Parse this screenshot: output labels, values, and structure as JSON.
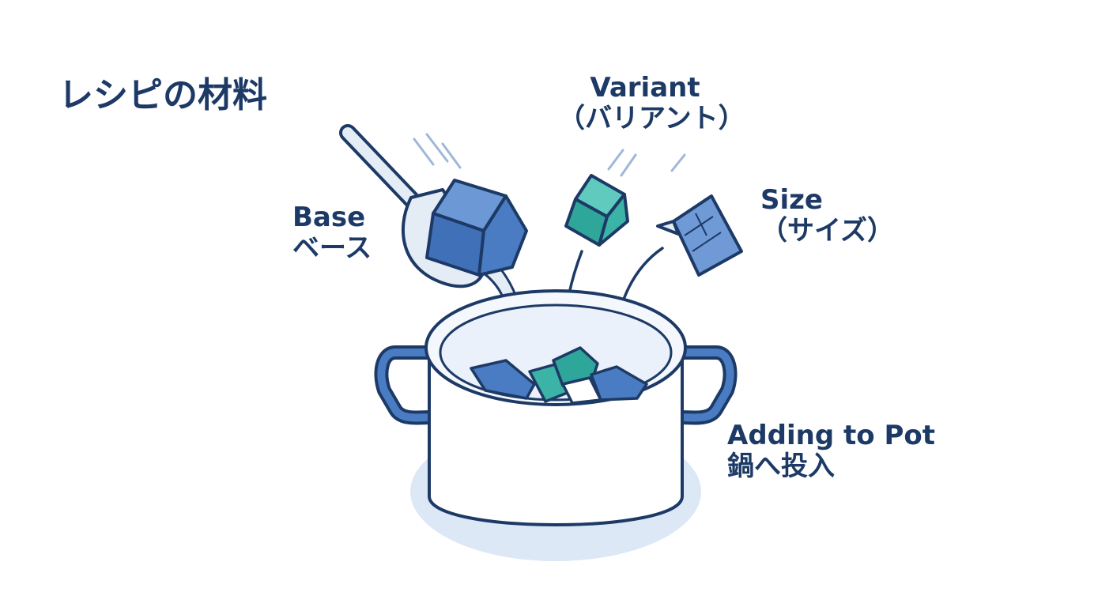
{
  "title": "レシピの材料",
  "ingredients": {
    "base": {
      "en": "Base",
      "ja": "ベース"
    },
    "variant": {
      "en": "Variant",
      "ja": "（バリアント）"
    },
    "size": {
      "en": "Size",
      "ja": "（サイズ）"
    }
  },
  "pot": {
    "en": "Adding to Pot",
    "ja": "鍋へ投入"
  },
  "colors": {
    "outline": "#1d3a66",
    "blue_cube": "#4a7cc4",
    "teal_cube": "#3bb3a6",
    "pot_shadow": "#dce8f6",
    "spoon": "#e4ecf6"
  },
  "icons": [
    "spoon-icon",
    "blue-cube-icon",
    "teal-cube-icon",
    "measuring-cup-icon",
    "cooking-pot-icon"
  ]
}
